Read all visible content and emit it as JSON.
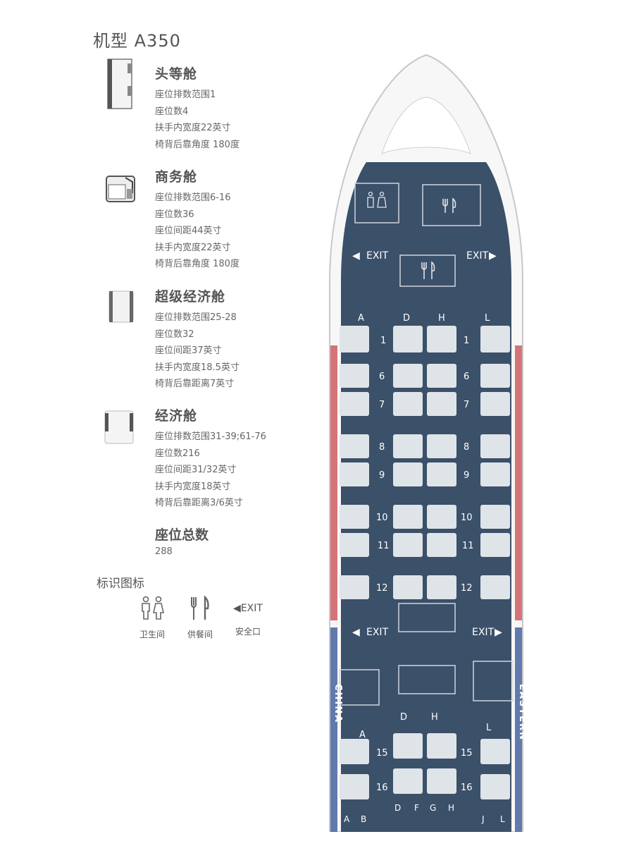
{
  "title": "机型 A350",
  "classes": [
    {
      "name": "头等舱",
      "lines": [
        "座位排数范围1",
        "座位数4",
        "扶手内宽度22英寸",
        "椅背后靠角度 180度"
      ]
    },
    {
      "name": "商务舱",
      "lines": [
        "座位排数范围6-16",
        "座位数36",
        "座位间距44英寸",
        "扶手内宽度22英寸",
        "椅背后靠角度 180度"
      ]
    },
    {
      "name": "超级经济舱",
      "lines": [
        "座位排数范围25-28",
        "座位数32",
        "座位间距37英寸",
        "扶手内宽度18.5英寸",
        "椅背后靠距离7英寸"
      ]
    },
    {
      "name": "经济舱",
      "lines": [
        "座位排数范围31-39;61-76",
        "座位数216",
        "座位间距31/32英寸",
        "扶手内宽度18英寸",
        "椅背后靠距离3/6英寸"
      ]
    }
  ],
  "total": {
    "name": "座位总数",
    "value": "288"
  },
  "legend": {
    "title": "标识图标",
    "items": [
      {
        "icon": "restroom-icon",
        "label": "卫生间"
      },
      {
        "icon": "galley-icon",
        "label": "供餐间"
      },
      {
        "icon": "exit-icon",
        "label": "安全口",
        "text": "EXIT"
      }
    ]
  },
  "seatmap": {
    "exit_label": "EXIT",
    "first_columns": [
      "A",
      "D",
      "H",
      "L"
    ],
    "first_row": "1",
    "business_rows_upper": [
      "6",
      "7",
      "8",
      "9",
      "10",
      "11",
      "12"
    ],
    "business_rows_lower": [
      "15",
      "16"
    ],
    "lower_columns": [
      "A",
      "D",
      "H",
      "L"
    ],
    "bottom_columns": [
      "A",
      "B",
      "D",
      "F",
      "G",
      "H",
      "J",
      "L"
    ],
    "livery_left": "CHINA",
    "livery_right": "EASTERN",
    "cabin_color": "#3b5069",
    "seat_color": "#dfe4e8"
  }
}
